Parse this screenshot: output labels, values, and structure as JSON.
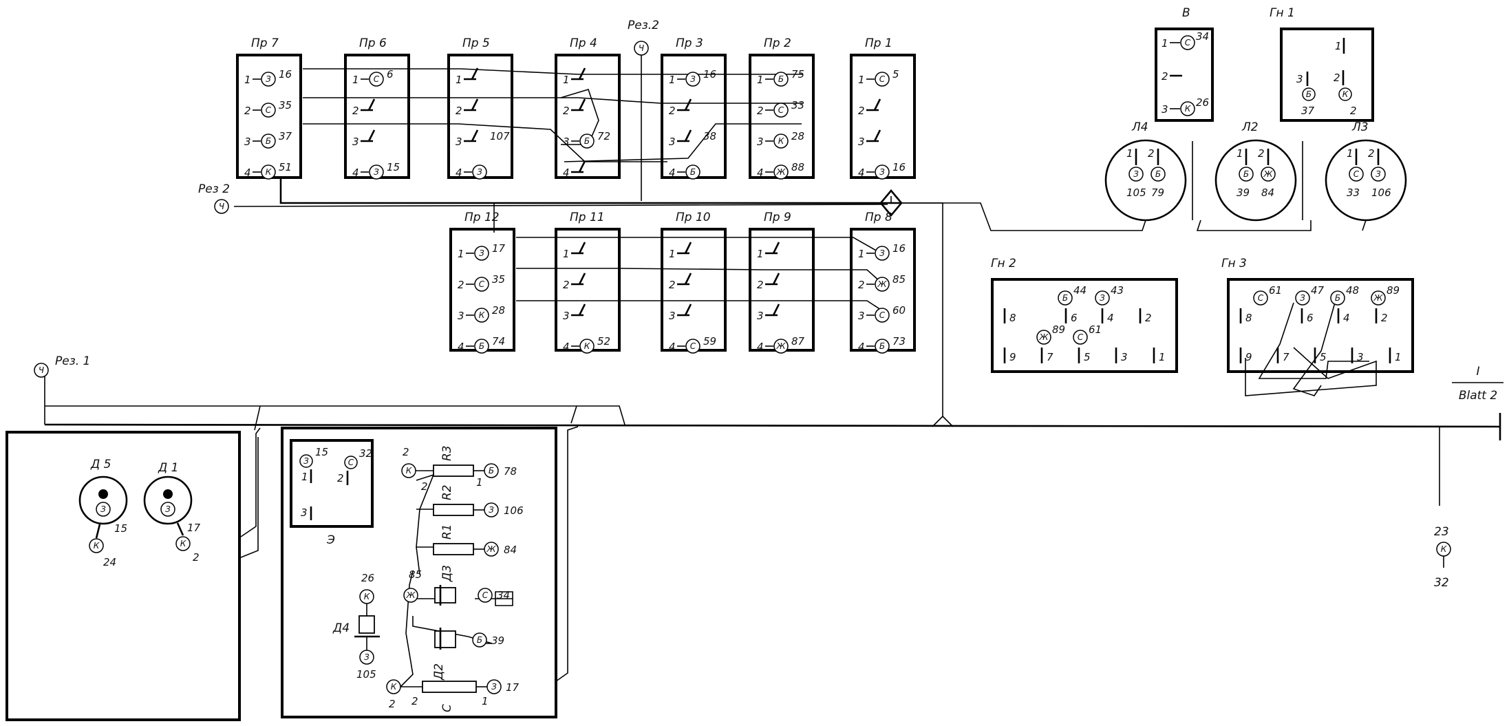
{
  "fuses": {
    "top": [
      {
        "label": "Пр 7",
        "pins": [
          {
            "n": "1",
            "c": "З",
            "w": "16"
          },
          {
            "n": "2",
            "c": "С",
            "w": "35"
          },
          {
            "n": "3",
            "c": "Б",
            "w": "37"
          },
          {
            "n": "4",
            "c": "К",
            "w": "51"
          }
        ]
      },
      {
        "label": "Пр 6",
        "pins": [
          {
            "n": "1",
            "c": "С",
            "w": "6"
          },
          {
            "n": "2",
            "c": "",
            "w": ""
          },
          {
            "n": "3",
            "c": "",
            "w": ""
          },
          {
            "n": "4",
            "c": "З",
            "w": "15"
          }
        ]
      },
      {
        "label": "Пр 5",
        "pins": [
          {
            "n": "1",
            "c": "",
            "w": ""
          },
          {
            "n": "2",
            "c": "",
            "w": ""
          },
          {
            "n": "3",
            "c": "",
            "w": "107"
          },
          {
            "n": "4",
            "c": "З",
            "w": ""
          }
        ]
      },
      {
        "label": "Пр 4",
        "pins": [
          {
            "n": "1",
            "c": "",
            "w": ""
          },
          {
            "n": "2",
            "c": "",
            "w": ""
          },
          {
            "n": "3",
            "c": "Б",
            "w": "72"
          },
          {
            "n": "4",
            "c": "",
            "w": ""
          }
        ]
      },
      {
        "label": "Пр 3",
        "pins": [
          {
            "n": "1",
            "c": "З",
            "w": "16"
          },
          {
            "n": "2",
            "c": "",
            "w": ""
          },
          {
            "n": "3",
            "c": "",
            "w": "38"
          },
          {
            "n": "4",
            "c": "Б",
            "w": ""
          }
        ]
      },
      {
        "label": "Пр 2",
        "pins": [
          {
            "n": "1",
            "c": "Б",
            "w": "75"
          },
          {
            "n": "2",
            "c": "С",
            "w": "33"
          },
          {
            "n": "3",
            "c": "К",
            "w": "28"
          },
          {
            "n": "4",
            "c": "Ж",
            "w": "88"
          }
        ]
      },
      {
        "label": "Пр 1",
        "pins": [
          {
            "n": "1",
            "c": "С",
            "w": "5"
          },
          {
            "n": "2",
            "c": "",
            "w": ""
          },
          {
            "n": "3",
            "c": "",
            "w": ""
          },
          {
            "n": "4",
            "c": "З",
            "w": "16"
          }
        ]
      }
    ],
    "bottom": [
      {
        "label": "Пр 12",
        "pins": [
          {
            "n": "1",
            "c": "З",
            "w": "17"
          },
          {
            "n": "2",
            "c": "С",
            "w": "35"
          },
          {
            "n": "3",
            "c": "К",
            "w": "28"
          },
          {
            "n": "4",
            "c": "Б",
            "w": "74"
          }
        ]
      },
      {
        "label": "Пр 11",
        "pins": [
          {
            "n": "1",
            "c": "",
            "w": ""
          },
          {
            "n": "2",
            "c": "",
            "w": ""
          },
          {
            "n": "3",
            "c": "",
            "w": ""
          },
          {
            "n": "4",
            "c": "К",
            "w": "52"
          }
        ]
      },
      {
        "label": "Пр 10",
        "pins": [
          {
            "n": "1",
            "c": "",
            "w": ""
          },
          {
            "n": "2",
            "c": "",
            "w": ""
          },
          {
            "n": "3",
            "c": "",
            "w": ""
          },
          {
            "n": "4",
            "c": "С",
            "w": "59"
          }
        ]
      },
      {
        "label": "Пр 9",
        "pins": [
          {
            "n": "1",
            "c": "",
            "w": ""
          },
          {
            "n": "2",
            "c": "",
            "w": ""
          },
          {
            "n": "3",
            "c": "",
            "w": ""
          },
          {
            "n": "4",
            "c": "Ж",
            "w": "87"
          }
        ]
      },
      {
        "label": "Пр 8",
        "pins": [
          {
            "n": "1",
            "c": "З",
            "w": "16"
          },
          {
            "n": "2",
            "c": "Ж",
            "w": "85"
          },
          {
            "n": "3",
            "c": "С",
            "w": "60"
          },
          {
            "n": "4",
            "c": "Б",
            "w": "73"
          }
        ]
      }
    ]
  },
  "reserves": {
    "rez2_top": "Рез.2",
    "rez2_left": "Рез 2",
    "rez1": "Рез. 1",
    "marker": "Ч"
  },
  "switch_v": {
    "label": "В",
    "pins": [
      {
        "n": "1",
        "c": "С",
        "w": "34"
      },
      {
        "n": "2",
        "c": "",
        "w": ""
      },
      {
        "n": "3",
        "c": "К",
        "w": "26"
      }
    ]
  },
  "gn1": {
    "label": "Гн 1",
    "p1": "1",
    "p2": "2",
    "p3": "3",
    "c3": "Б",
    "w3": "37",
    "c2": "К",
    "w2": "2"
  },
  "lamps": [
    {
      "label": "Л4",
      "p1": "1",
      "p2": "2",
      "c1": "З",
      "c2": "Б",
      "w1": "105",
      "w2": "79"
    },
    {
      "label": "Л2",
      "p1": "1",
      "p2": "2",
      "c1": "Б",
      "c2": "Ж",
      "w1": "39",
      "w2": "84"
    },
    {
      "label": "Л3",
      "p1": "1",
      "p2": "2",
      "c1": "С",
      "c2": "З",
      "w1": "33",
      "w2": "106"
    }
  ],
  "gn2": {
    "label": "Гн 2",
    "wires": [
      {
        "c": "Б",
        "w": "44"
      },
      {
        "c": "З",
        "w": "43"
      },
      {
        "c": "Ж",
        "w": "89"
      },
      {
        "c": "С",
        "w": "61"
      }
    ],
    "pins": [
      "8",
      "6",
      "4",
      "2",
      "9",
      "7",
      "5",
      "3",
      "1"
    ]
  },
  "gn3": {
    "label": "Гн 3",
    "wires": [
      {
        "c": "С",
        "w": "61"
      },
      {
        "c": "З",
        "w": "47"
      },
      {
        "c": "Б",
        "w": "48"
      },
      {
        "c": "Ж",
        "w": "89"
      }
    ],
    "pins": [
      "8",
      "6",
      "4",
      "2",
      "9",
      "7",
      "5",
      "3",
      "1"
    ]
  },
  "sheet_ref": {
    "top": "I",
    "bottom": "Blatt 2"
  },
  "end_conn": {
    "w_top": "23",
    "c": "К",
    "w_bottom": "32"
  },
  "left_box": {
    "d5": {
      "label": "Д 5",
      "c": "З",
      "w": "15",
      "c2": "К",
      "w2": "24"
    },
    "d1": {
      "label": "Д 1",
      "c": "З",
      "w": "17",
      "c2": "К",
      "w2": "2"
    }
  },
  "center_box": {
    "e": {
      "label": "Э",
      "c1": "З",
      "w1": "15",
      "p1": "1",
      "c2": "С",
      "w2": "32",
      "p2": "2",
      "p3": "3"
    },
    "r3": {
      "label": "R3",
      "pin2": "2",
      "pin1": "1",
      "cl": "К",
      "wl": "2",
      "cr": "Б",
      "wr": "78"
    },
    "r2": {
      "label": "R2",
      "cr": "З",
      "wr": "106"
    },
    "r1": {
      "label": "R1",
      "cr": "Ж",
      "wr": "84"
    },
    "d3": {
      "label": "Д3",
      "cl": "Ж",
      "wl": "85",
      "cr": "С",
      "wr": "34",
      "cr2": "Б",
      "wr2": "39"
    },
    "d4": {
      "label": "Д4",
      "ct": "К",
      "wt": "26",
      "cb": "З",
      "wb": "105"
    },
    "d2": {
      "label": "Д2",
      "sub": "С",
      "pin2": "2",
      "pin1": "1",
      "cl": "К",
      "wl": "2",
      "cr": "З",
      "wr": "17"
    }
  }
}
